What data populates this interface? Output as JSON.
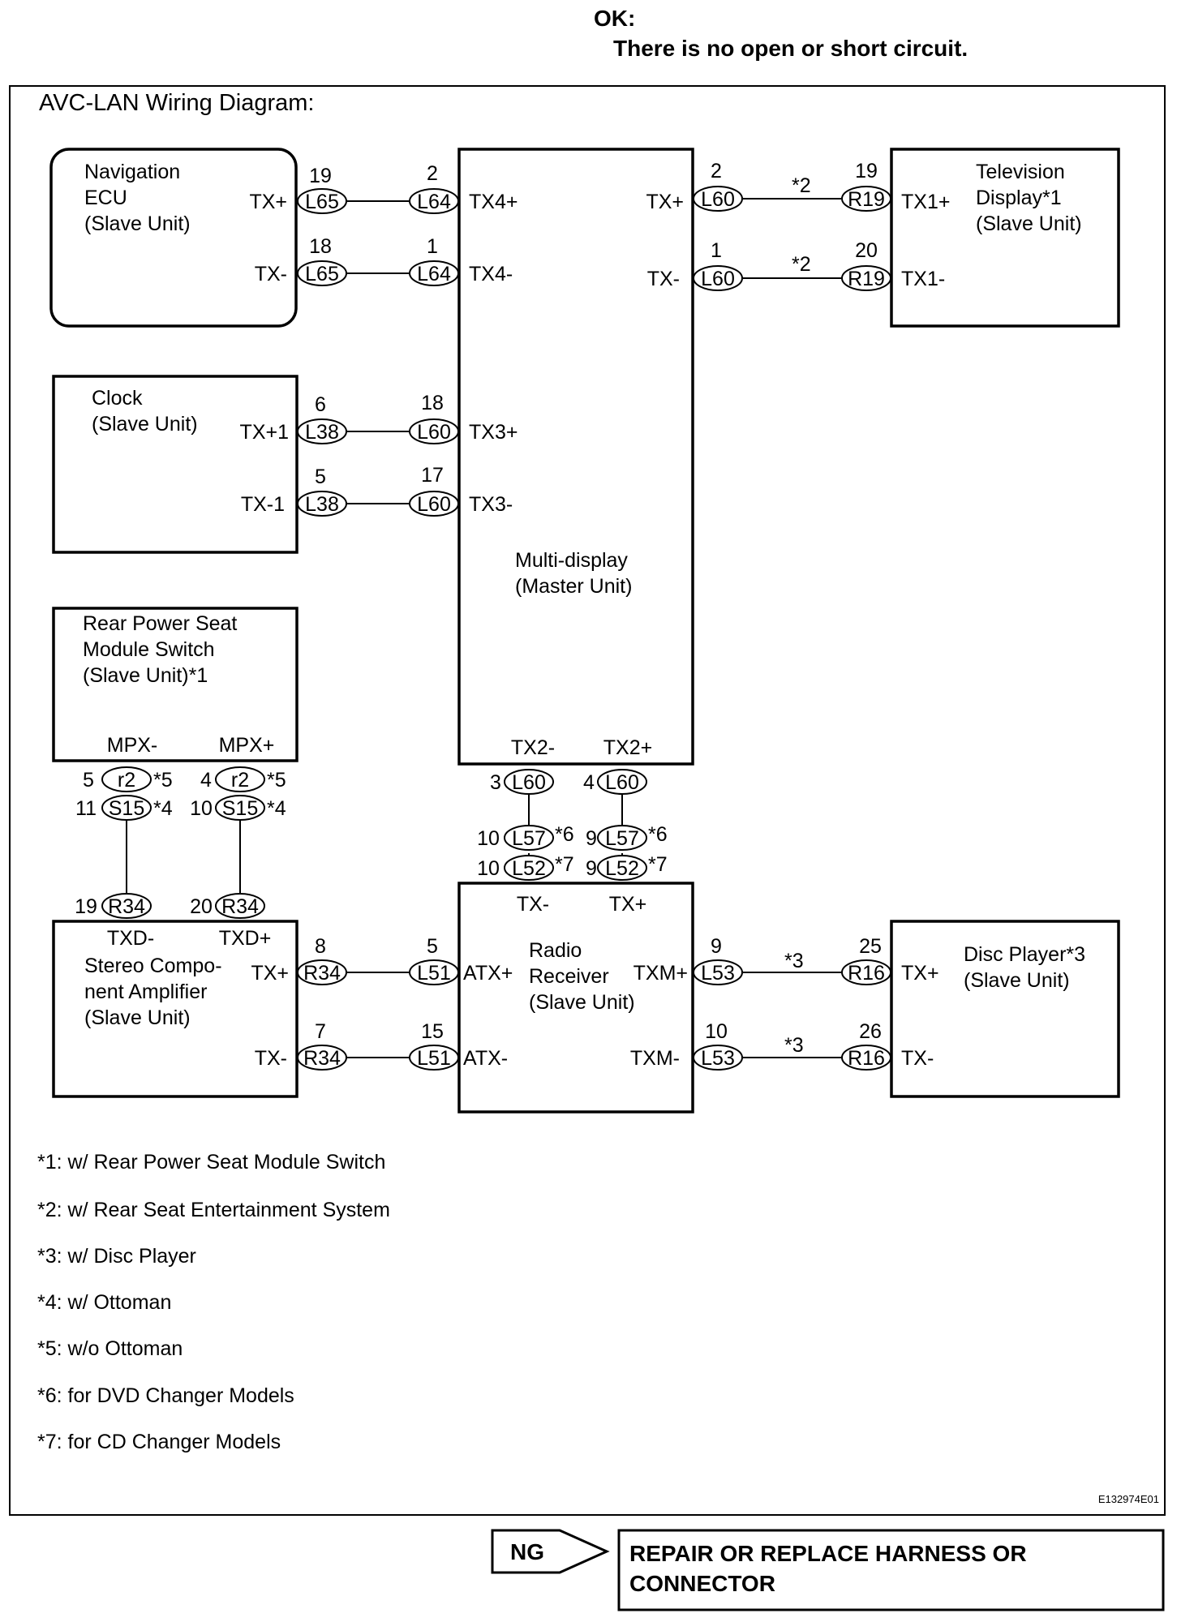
{
  "header": {
    "ok_label": "OK:",
    "ok_text": "There is no open or short circuit."
  },
  "diagram": {
    "title": "AVC-LAN Wiring Diagram:",
    "image_code": "E132974E01",
    "units": {
      "navigation_ecu": [
        "Navigation",
        "ECU",
        "(Slave Unit)"
      ],
      "clock": [
        "Clock",
        "(Slave Unit)"
      ],
      "rear_power_seat": [
        "Rear Power Seat",
        "Module Switch",
        "(Slave Unit)*1"
      ],
      "multi_display": [
        "Multi-display",
        "(Master Unit)"
      ],
      "television_display": [
        "Television",
        "Display*1",
        "(Slave Unit)"
      ],
      "stereo_amplifier": [
        "Stereo Compo-",
        "nent Amplifier",
        "(Slave Unit)"
      ],
      "radio_receiver": [
        "Radio",
        "Receiver",
        "(Slave Unit)"
      ],
      "disc_player": [
        "Disc Player*3",
        "(Slave Unit)"
      ]
    },
    "terminals": {
      "nav_txp": "TX+",
      "nav_txm": "TX-",
      "md_tx4p": "TX4+",
      "md_tx4m": "TX4-",
      "md_txp": "TX+",
      "md_txm": "TX-",
      "tv_tx1p": "TX1+",
      "tv_tx1m": "TX1-",
      "clk_txp": "TX+1",
      "clk_txm": "TX-1",
      "md_tx3p": "TX3+",
      "md_tx3m": "TX3-",
      "rps_mpxm": "MPX-",
      "rps_mpxp": "MPX+",
      "md_tx2m": "TX2-",
      "md_tx2p": "TX2+",
      "amp_txd_m": "TXD-",
      "amp_txd_p": "TXD+",
      "amp_txp": "TX+",
      "amp_txm": "TX-",
      "rr_atxp": "ATX+",
      "rr_atxm": "ATX-",
      "rr_txm_top": "TX-",
      "rr_txp_top": "TX+",
      "rr_txmp": "TXM+",
      "rr_txmm": "TXM-",
      "dp_txp": "TX+",
      "dp_txm": "TX-"
    },
    "connectors": {
      "c1": "L65",
      "c2": "L64",
      "c3": "L65",
      "c4": "L64",
      "c5": "L60",
      "c6": "R19",
      "c7": "L60",
      "c8": "R19",
      "c9": "L38",
      "c10": "L60",
      "c11": "L38",
      "c12": "L60",
      "c13": "r2",
      "c14": "r2",
      "c15": "S15",
      "c16": "S15",
      "c17": "L60",
      "c18": "L60",
      "c19": "L57",
      "c20": "L57",
      "c21": "L52",
      "c22": "L52",
      "c23": "R34",
      "c24": "R34",
      "c25": "R34",
      "c26": "L51",
      "c27": "R34",
      "c28": "L51",
      "c29": "L53",
      "c30": "R16",
      "c31": "L53",
      "c32": "R16"
    },
    "pins": {
      "p1": "19",
      "p2": "2",
      "p3": "18",
      "p4": "1",
      "p5": "2",
      "p6": "19",
      "p7": "1",
      "p8": "20",
      "p9": "6",
      "p10": "18",
      "p11": "5",
      "p12": "17",
      "p13": "5",
      "p14": "4",
      "p15": "11",
      "p16": "10",
      "p17": "3",
      "p18": "4",
      "p19": "10",
      "p20": "9",
      "p21": "10",
      "p22": "9",
      "p23": "19",
      "p24": "20",
      "p25": "8",
      "p26": "5",
      "p27": "7",
      "p28": "15",
      "p29": "9",
      "p30": "25",
      "p31": "10",
      "p32": "26"
    },
    "marks": {
      "m_tv1": "*2",
      "m_tv2": "*2",
      "m_r2a": "*5",
      "m_r2b": "*5",
      "m_s15a": "*4",
      "m_s15b": "*4",
      "m_l57a": "*6",
      "m_l57b": "*6",
      "m_l52a": "*7",
      "m_l52b": "*7",
      "m_dp1": "*3",
      "m_dp2": "*3"
    },
    "notes": [
      "*1: w/ Rear Power Seat Module Switch",
      "*2: w/ Rear Seat Entertainment System",
      "*3: w/ Disc Player",
      "*4: w/ Ottoman",
      "*5: w/o Ottoman",
      "*6: for DVD Changer Models",
      "*7: for CD Changer Models"
    ]
  },
  "ng": {
    "label": "NG",
    "action": [
      "REPAIR OR REPLACE HARNESS OR",
      "CONNECTOR"
    ]
  }
}
